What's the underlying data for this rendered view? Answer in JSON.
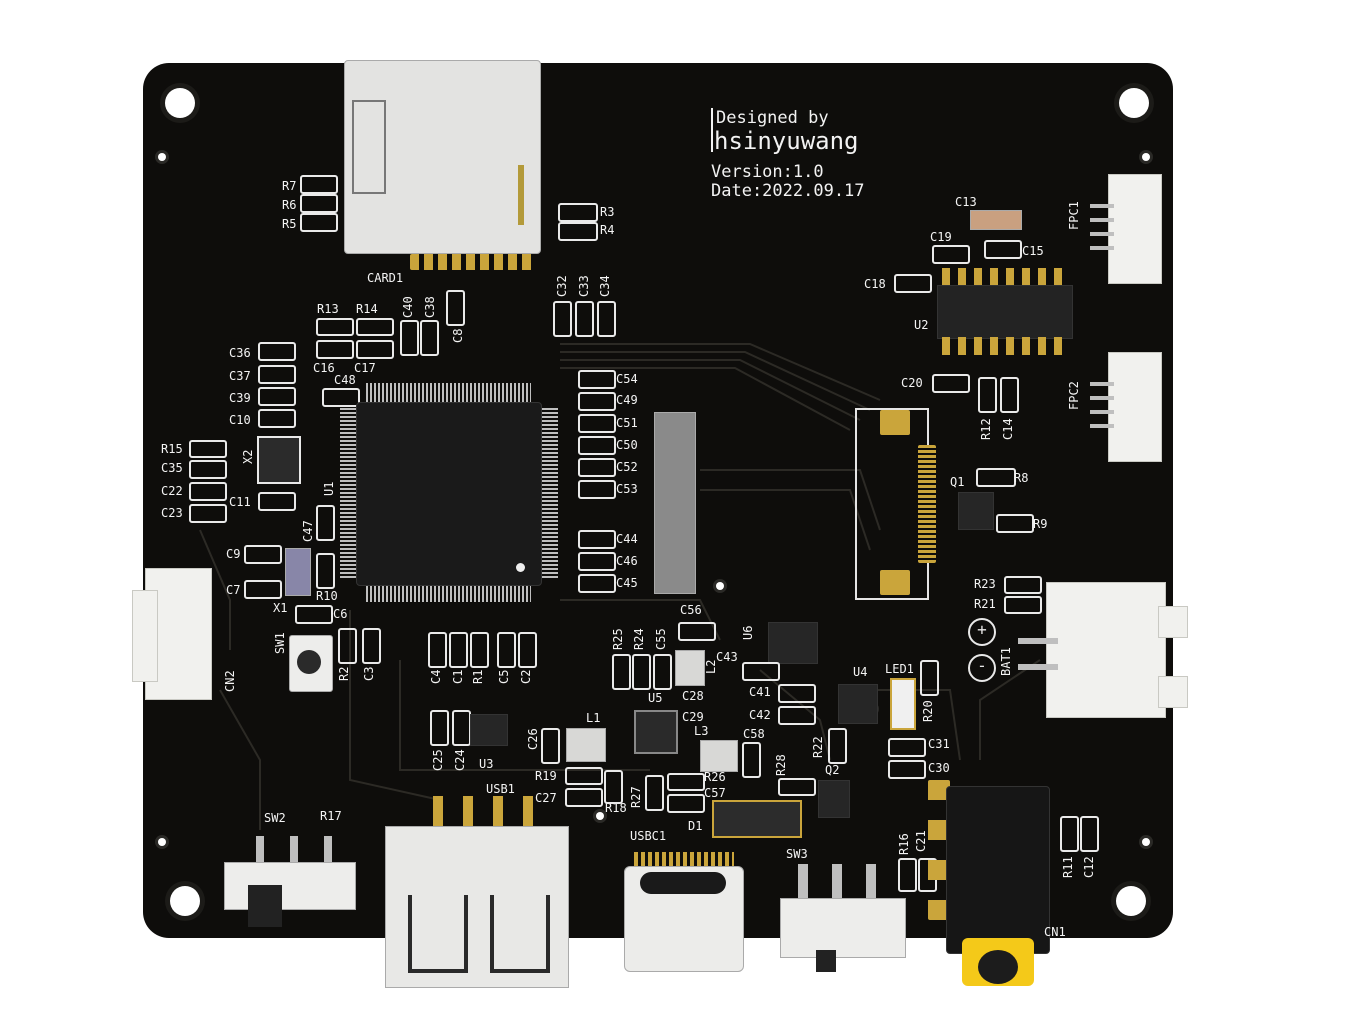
{
  "board": {
    "designer_line": "Designed by",
    "designer_name": "hsinyuwang",
    "version": "Version:1.0",
    "date": "Date:2022.09.17"
  },
  "labels": {
    "card1": "CARD1",
    "r7": "R7",
    "r6": "R6",
    "r5": "R5",
    "r3": "R3",
    "r4": "R4",
    "r13": "R13",
    "r14": "R14",
    "c40": "C40",
    "c38": "C38",
    "c8": "C8",
    "c32": "C32",
    "c33": "C33",
    "c34": "C34",
    "c16": "C16",
    "c17": "C17",
    "c48": "C48",
    "c36": "C36",
    "c37": "C37",
    "c39": "C39",
    "c10": "C10",
    "r15": "R15",
    "c35": "C35",
    "c22": "C22",
    "c23": "C23",
    "x2": "X2",
    "c11": "C11",
    "u1": "U1",
    "c47": "C47",
    "c9": "C9",
    "c7": "C7",
    "x1": "X1",
    "r10": "R10",
    "c6": "C6",
    "sw1": "SW1",
    "r2": "R2",
    "c3": "C3",
    "cn2": "CN2",
    "c54": "C54",
    "c49": "C49",
    "c51": "C51",
    "c50": "C50",
    "c52": "C52",
    "c53": "C53",
    "c44": "C44",
    "c46": "C46",
    "c45": "C45",
    "c13": "C13",
    "c19": "C19",
    "c15": "C15",
    "fpc1": "FPC1",
    "c18": "C18",
    "u2": "U2",
    "c20": "C20",
    "r12": "R12",
    "c14": "C14",
    "fpc2": "FPC2",
    "q1": "Q1",
    "r8": "R8",
    "r9": "R9",
    "r23": "R23",
    "r21": "R21",
    "bat1": "BAT1",
    "plus": "+",
    "minus": "-",
    "c56": "C56",
    "r25": "R25",
    "r24": "R24",
    "c55": "C55",
    "u6": "U6",
    "l2": "L2",
    "c43": "C43",
    "c28": "C28",
    "c41": "C41",
    "c42": "C42",
    "u4": "U4",
    "led1": "LED1",
    "r20": "R20",
    "c4": "C4",
    "c1": "C1",
    "r1": "R1",
    "c5": "C5",
    "c2": "C2",
    "u5": "U5",
    "c29": "C29",
    "l3": "L3",
    "c58": "C58",
    "l1": "L1",
    "c26": "C26",
    "c25": "C25",
    "c24": "C24",
    "u3": "U3",
    "r19": "R19",
    "c27": "C27",
    "r18": "R18",
    "r27": "R27",
    "r26": "R26",
    "c57": "C57",
    "r28": "R28",
    "r22": "R22",
    "q2": "Q2",
    "c31": "C31",
    "c30": "C30",
    "d1": "D1",
    "usb1": "USB1",
    "usbc1": "USBC1",
    "sw2": "SW2",
    "r17": "R17",
    "sw3": "SW3",
    "r16": "R16",
    "c21": "C21",
    "r11": "R11",
    "c12": "C12",
    "cn1": "CN1"
  }
}
